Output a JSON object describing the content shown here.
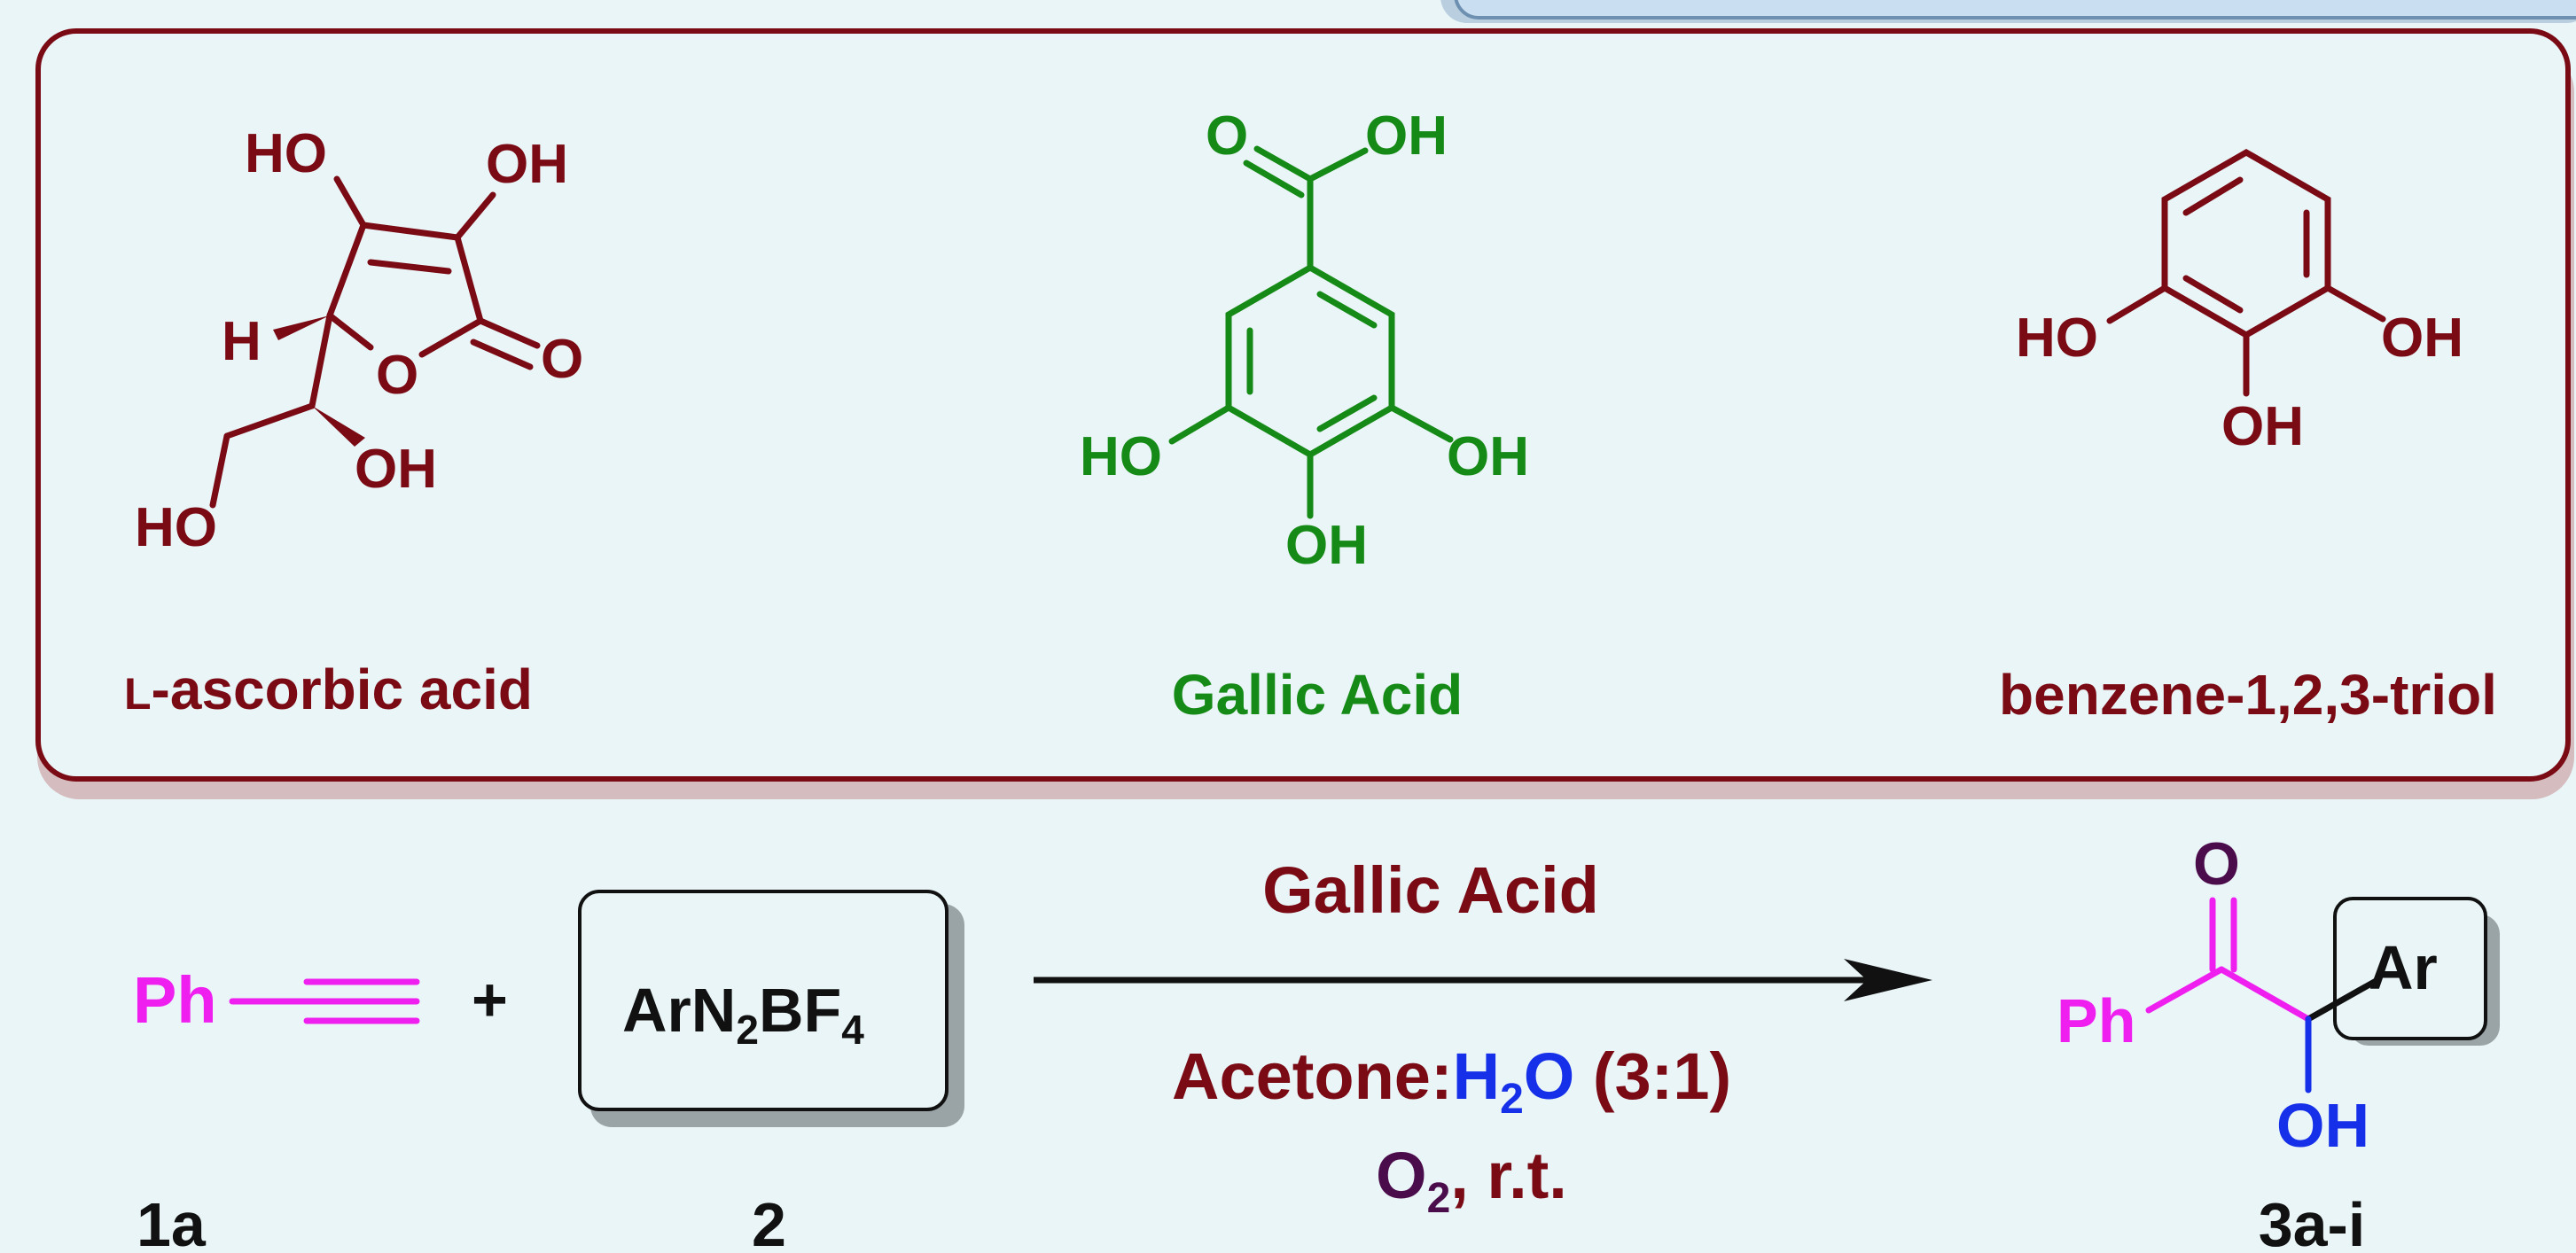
{
  "colors": {
    "maroon": "#7a0a14",
    "green": "#168a16",
    "magenta": "#ef1fef",
    "blue": "#1530e8",
    "purple": "#4a0c4a",
    "black": "#111111",
    "background": "#eaf5f8"
  },
  "molecules": {
    "ascorbic": {
      "name_prefix": "L",
      "name": "-ascorbic acid",
      "atoms": {
        "ho_top": "HO",
        "oh_top": "OH",
        "h": "H",
        "ring_o": "O",
        "carbonyl_o": "O",
        "oh_side": "OH",
        "ho_bottom": "HO"
      }
    },
    "gallic": {
      "name": "Gallic Acid",
      "atoms": {
        "o": "O",
        "oh_acid": "OH",
        "ho_left": "HO",
        "oh_right": "OH",
        "oh_bottom": "OH"
      }
    },
    "pyrogallol": {
      "name": "benzene-1,2,3-triol",
      "atoms": {
        "ho_left": "HO",
        "oh_right": "OH",
        "oh_bottom": "OH"
      }
    }
  },
  "reaction": {
    "reactant1": {
      "ph": "Ph",
      "label": "1a"
    },
    "plus": "+",
    "reactant2": {
      "ar": "ArN",
      "sub1": "2",
      "bf": "BF",
      "sub2": "4",
      "label": "2"
    },
    "conditions": {
      "catalyst": "Gallic Acid",
      "solvent_a": "Acetone:",
      "solvent_h": "H",
      "solvent_sub": "2",
      "solvent_o": "O",
      "solvent_ratio": " (3:1)",
      "oxidant_o": "O",
      "oxidant_sub": "2",
      "oxidant_rest": ", r.t."
    },
    "product": {
      "o": "O",
      "ph": "Ph",
      "ar": "Ar",
      "oh": "OH",
      "label": "3a-i"
    }
  }
}
